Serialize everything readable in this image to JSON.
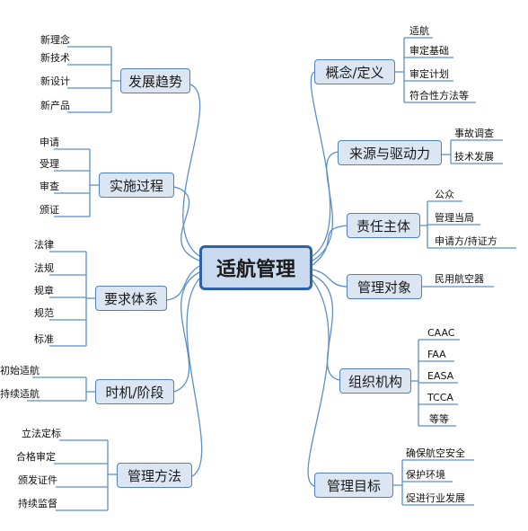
{
  "center": "适航管理",
  "left": {
    "trend": {
      "label": "发展趋势",
      "items": [
        "新理念",
        "新技术",
        "新设计",
        "新产品"
      ]
    },
    "process": {
      "label": "实施过程",
      "items": [
        "申请",
        "受理",
        "审查",
        "颁证"
      ]
    },
    "require": {
      "label": "要求体系",
      "items": [
        "法律",
        "法规",
        "规章",
        "规范",
        "标准"
      ]
    },
    "stage": {
      "label": "时机/阶段",
      "items": [
        "初始适航",
        "持续适航"
      ]
    },
    "method": {
      "label": "管理方法",
      "items": [
        "立法定标",
        "合格审定",
        "颁发证件",
        "持续监督"
      ]
    }
  },
  "right": {
    "concept": {
      "label": "概念/定义",
      "items": [
        "适航",
        "审定基础",
        "审定计划",
        "符合性方法等"
      ]
    },
    "source": {
      "label": "来源与驱动力",
      "items": [
        "事故调查",
        "技术发展"
      ]
    },
    "subject": {
      "label": "责任主体",
      "items": [
        "公众",
        "管理当局",
        "申请方/持证方"
      ]
    },
    "object": {
      "label": "管理对象",
      "items": [
        "民用航空器"
      ]
    },
    "org": {
      "label": "组织机构",
      "items": [
        "CAAC",
        "FAA",
        "EASA",
        "TCCA",
        "等等"
      ]
    },
    "goal": {
      "label": "管理目标",
      "items": [
        "确保航空安全",
        "保护环境",
        "促进行业发展"
      ]
    }
  },
  "colors": {
    "line": "#5b8fcc",
    "node_fill": "#dce6f2",
    "node_border": "#4f81bd"
  }
}
